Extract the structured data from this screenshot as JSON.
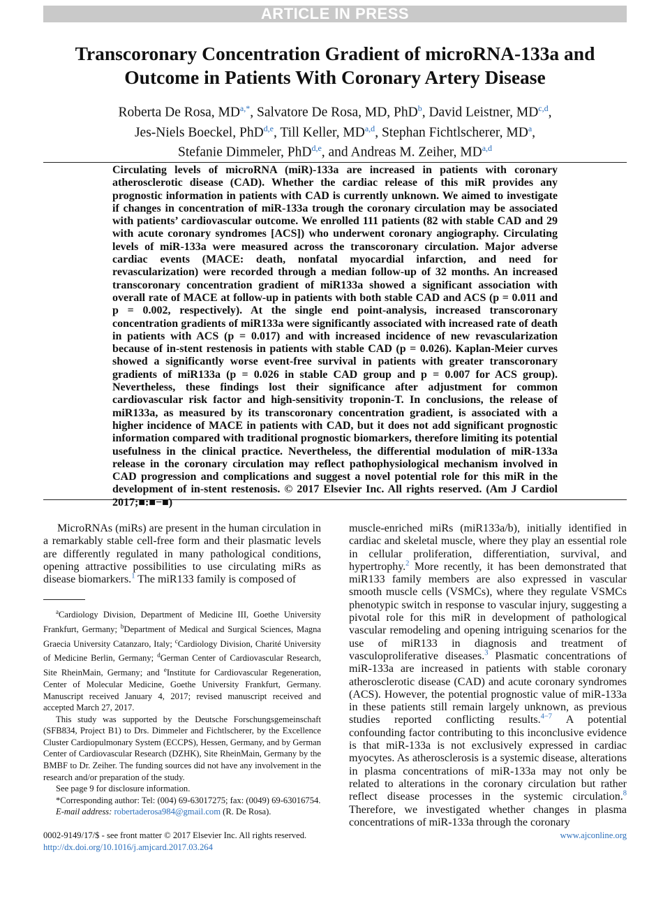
{
  "banner": "ARTICLE IN PRESS",
  "title": "Transcoronary Concentration Gradient of microRNA-133a and Outcome in Patients With Coronary Artery Disease",
  "authors": [
    {
      "name": "Roberta De Rosa, MD",
      "aff": "a,*",
      "sep": ", "
    },
    {
      "name": "Salvatore De Rosa, MD, PhD",
      "aff": "b",
      "sep": ", "
    },
    {
      "name": "David Leistner, MD",
      "aff": "c,d",
      "sep": ","
    },
    {
      "name": "Jes-Niels Boeckel, PhD",
      "aff": "d,e",
      "sep": ", "
    },
    {
      "name": "Till Keller, MD",
      "aff": "a,d",
      "sep": ", "
    },
    {
      "name": "Stephan Fichtlscherer, MD",
      "aff": "a",
      "sep": ","
    },
    {
      "name": "Stefanie Dimmeler, PhD",
      "aff": "d,e",
      "sep": ", and "
    },
    {
      "name": "Andreas M. Zeiher, MD",
      "aff": "a,d",
      "sep": ""
    }
  ],
  "abstract": "Circulating levels of microRNA (miR)-133a are increased in patients with coronary atherosclerotic disease (CAD). Whether the cardiac release of this miR provides any prognostic information in patients with CAD is currently unknown. We aimed to investigate if changes in concentration of miR-133a trough the coronary circulation may be associated with patients’ cardiovascular outcome. We enrolled 111 patients (82 with stable CAD and 29 with acute coronary syndromes [ACS]) who underwent coronary angiography. Circulating levels of miR-133a were measured across the transcoronary circulation. Major adverse cardiac events (MACE: death, nonfatal myocardial infarction, and need for revascularization) were recorded through a median follow-up of 32 months. An increased transcoronary concentration gradient of miR133a showed a significant association with overall rate of MACE at follow-up in patients with both stable CAD and ACS (p = 0.011 and p = 0.002, respectively). At the single end point-analysis, increased transcoronary concentration gradients of miR133a were significantly associated with increased rate of death in patients with ACS (p = 0.017) and with increased incidence of new revascularization because of in-stent restenosis in patients with stable CAD (p = 0.026). Kaplan-Meier curves showed a significantly worse event-free survival in patients with greater transcoronary gradients of miR133a (p = 0.026 in stable CAD group and p = 0.007 for ACS group). Nevertheless, these findings lost their significance after adjustment for common cardiovascular risk factor and high-sensitivity troponin-T. In conclusions, the release of miR133a, as measured by its transcoronary concentration gradient, is associated with a higher incidence of MACE in patients with CAD, but it does not add significant prognostic information compared with traditional prognostic biomarkers, therefore limiting its potential usefulness in the clinical practice. Nevertheless, the differential modulation of miR-133a release in the coronary circulation may reflect pathophysiological mechanism involved in CAD progression and complications and suggest a novel potential role for this miR in the development of in-stent restenosis. © 2017 Elsevier Inc. All rights reserved. (Am J Cardiol 2017;■:■−■)",
  "left_col": {
    "t1": "MicroRNAs (miRs) are present in the human circulation in a remarkably stable cell-free form and their plasmatic levels are differently regulated in many pathological conditions, opening attractive possibilities to use circulating miRs as disease biomarkers.",
    "r1": "1",
    "t2": " The miR133 family is composed of"
  },
  "right_col": {
    "t1": "muscle-enriched miRs (miR133a/b), initially identified in cardiac and skeletal muscle, where they play an essential role in cellular proliferation, differentiation, survival, and hypertrophy.",
    "r1": "2",
    "t2": " More recently, it has been demonstrated that miR133 family members are also expressed in vascular smooth muscle cells (VSMCs), where they regulate VSMCs phenotypic switch in response to vascular injury, suggesting a pivotal role for this miR in development of pathological vascular remodeling and opening intriguing scenarios for the use of miR133 in diagnosis and treatment of vasculoproliferative diseases.",
    "r2": "3",
    "t3": " Plasmatic concentrations of miR-133a are increased in patients with stable coronary atherosclerotic disease (CAD) and acute coronary syndromes (ACS). However, the potential prognostic value of miR-133a in these patients still remain largely unknown, as previous studies reported conflicting results.",
    "r3": "4−7",
    "t4": " A potential confounding factor contributing to this inconclusive evidence is that miR-133a is not exclusively expressed in cardiac myocytes. As atherosclerosis is a systemic disease, alterations in plasma concentrations of miR-133a may not only be related to alterations in the coronary circulation but rather reflect disease processes in the systemic circulation.",
    "r4": "8",
    "t5": " Therefore, we investigated whether changes in plasma concentrations of miR-133a through the coronary"
  },
  "footnotes": {
    "aff": [
      {
        "sup": "a",
        "text": "Cardiology Division, Department of Medicine III, Goethe University Frankfurt, Germany; "
      },
      {
        "sup": "b",
        "text": "Department of Medical and Surgical Sciences, Magna Graecia University Catanzaro, Italy; "
      },
      {
        "sup": "c",
        "text": "Cardiology Division, Charité University of Medicine Berlin, Germany; "
      },
      {
        "sup": "d",
        "text": "German Center of Cardiovascular Research, Site RheinMain, Germany; and "
      },
      {
        "sup": "e",
        "text": "Institute for Cardiovascular Regeneration, Center of Molecular Medicine, Goethe University Frankfurt, Germany. Manuscript received January 4, 2017; revised manuscript received and accepted March 27, 2017."
      }
    ],
    "funding": "This study was supported by the Deutsche Forschungsgemeinschaft (SFB834, Project B1) to Drs. Dimmeler and Fichtlscherer, by the Excellence Cluster Cardiopulmonary System (ECCPS), Hessen, Germany, and by German Center of Cardiovascular Research (DZHK), Site RheinMain, Germany by the BMBF to Dr. Zeiher. The funding sources did not have any involvement in the research and/or preparation of the study.",
    "disclosure": "See page 9 for disclosure information.",
    "corresponding": "*Corresponding author: Tel: (004) 69-63017275; fax: (0049) 69-63016754.",
    "email_label": "E-mail address: ",
    "email": "robertaderosa984@gmail.com",
    "email_tail": " (R. De Rosa)."
  },
  "bottom": {
    "issn": "0002-9149/17/$ - see front matter © 2017 Elsevier Inc. All rights reserved.",
    "doi": "http://dx.doi.org/10.1016/j.amjcard.2017.03.264",
    "website": "www.ajconline.org"
  },
  "colors": {
    "link": "#2a6ebb",
    "banner": "#c9c9c9"
  }
}
